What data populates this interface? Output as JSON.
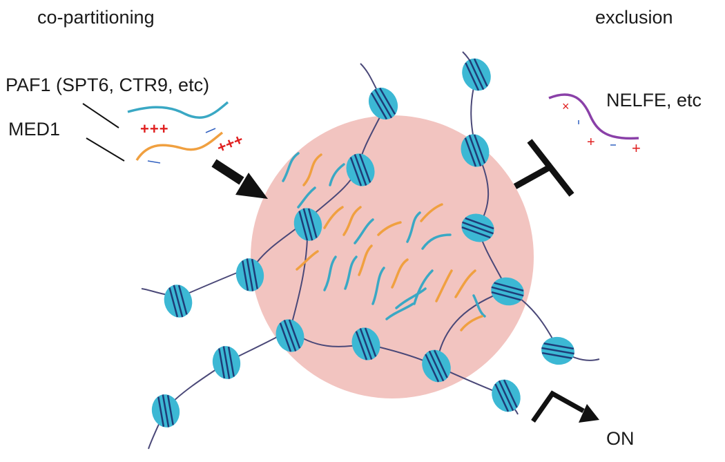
{
  "labels": {
    "co_partitioning": "co-partitioning",
    "exclusion": "exclusion",
    "paf1": "PAF1 (SPT6, CTR9, etc)",
    "med1": "MED1",
    "nelfe": "NELFE, etc",
    "on": "ON"
  },
  "charge_marks": {
    "paf1_positive": "+++",
    "med1_positive": "+++",
    "nelfe_marks": [
      "×",
      "+",
      "+"
    ]
  },
  "colors": {
    "condensate_fill": "#f2c4c0",
    "nucleosome": "#3cb8d4",
    "nucleosome_band": "#1e3c78",
    "dna": "#4a4878",
    "paf1_strand": "#3aa8c4",
    "med1_strand": "#f0a040",
    "nelfe_strand": "#8a40a8",
    "charge_positive": "#e02020",
    "charge_negative": "#3060c0",
    "arrow": "#111111"
  }
}
